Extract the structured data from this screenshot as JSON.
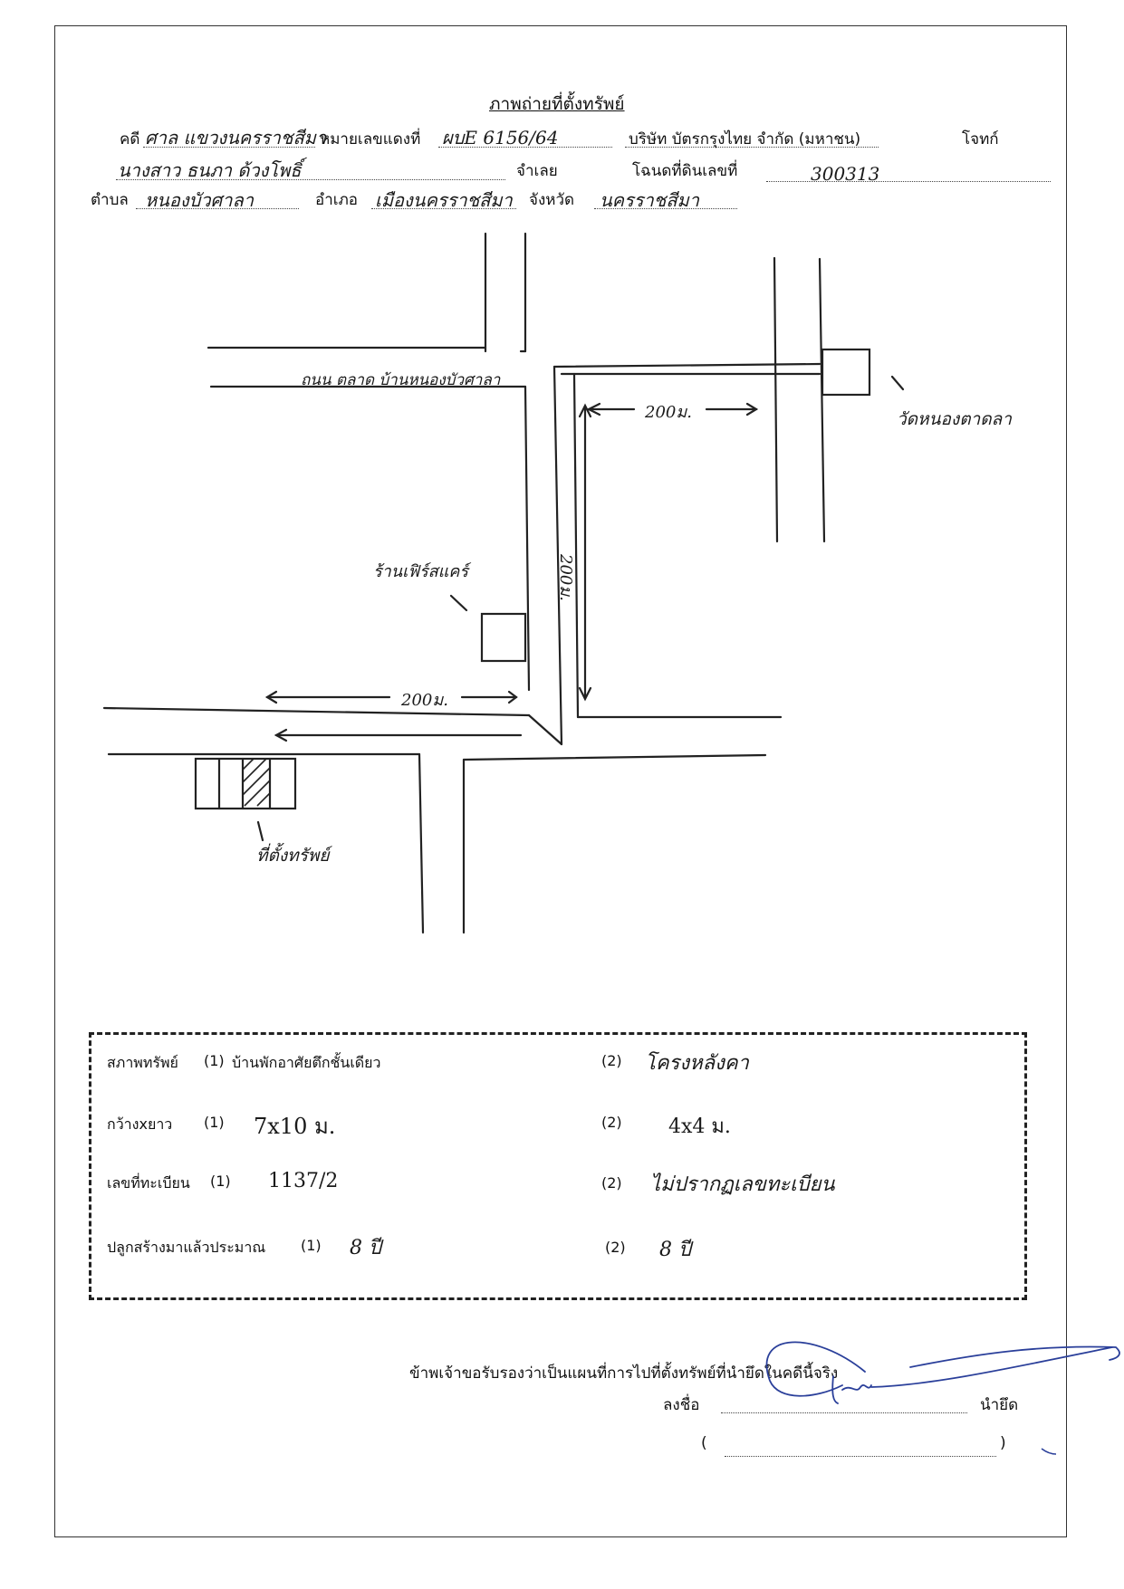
{
  "header": {
    "title": "ภาพถ่ายที่ตั้งทรัพย์",
    "case_label": "คดี",
    "case_hand": "ศาล แขวงนครราชสีมา",
    "red_no_label": "หมายเลขแดงที่",
    "red_no_hand": "ผบE 6156/64",
    "plaintiff_name": "บริษัท บัตรกรุงไทย จำกัด (มหาชน)",
    "plaintiff_label": "โจทก์",
    "defendant_hand": "นางสาว ธนภา ด้วงโพธิ์",
    "defendant_label": "จำเลย",
    "deed_label": "โฉนดที่ดินเลขที่",
    "deed_no": "300313",
    "subdistrict_label": "ตำบล",
    "subdistrict_hand": "หนองบัวศาลา",
    "district_label": "อำเภอ",
    "district_hand": "เมืองนครราชสีมา",
    "province_label": "จังหวัด",
    "province_hand": "นครราชสีมา"
  },
  "map": {
    "road_label": "ถนน ตลาด บ้านหนองบัวศาลา",
    "temple_label": "วัดหนองตาดลา",
    "shop_label": "ร้านเฟิร์สแคร์",
    "property_label": "ที่ตั้งทรัพย์",
    "distance_top": "200ม.",
    "distance_vertical": "200ม.",
    "distance_bottom": "200ม."
  },
  "details": {
    "condition_label": "สภาพทรัพย์",
    "item1_prefix": "(1)",
    "item2_prefix": "(2)",
    "condition1": "บ้านพักอาศัยตึกชั้นเดียว",
    "condition2_hand": "โครงหลังคา",
    "size_label": "กว้างxยาว",
    "size1_hand": "7x10 ม.",
    "size2_hand": "4x4 ม.",
    "reg_label": "เลขที่ทะเบียน",
    "reg1_hand": "1137/2",
    "reg2_hand": "ไม่ปรากฏเลขทะเบียน",
    "age_label": "ปลูกสร้างมาแล้วประมาณ",
    "age1_hand": "8 ปี",
    "age2_hand": "8 ปี"
  },
  "certification": {
    "statement": "ข้าพเจ้าขอรับรองว่าเป็นแผนที่การไปที่ตั้งทรัพย์ที่นำยึดในคดีนี้จริง",
    "sign_label": "ลงชื่อ",
    "role_label": "นำยึด",
    "paren_open": "(",
    "paren_close": ")"
  }
}
